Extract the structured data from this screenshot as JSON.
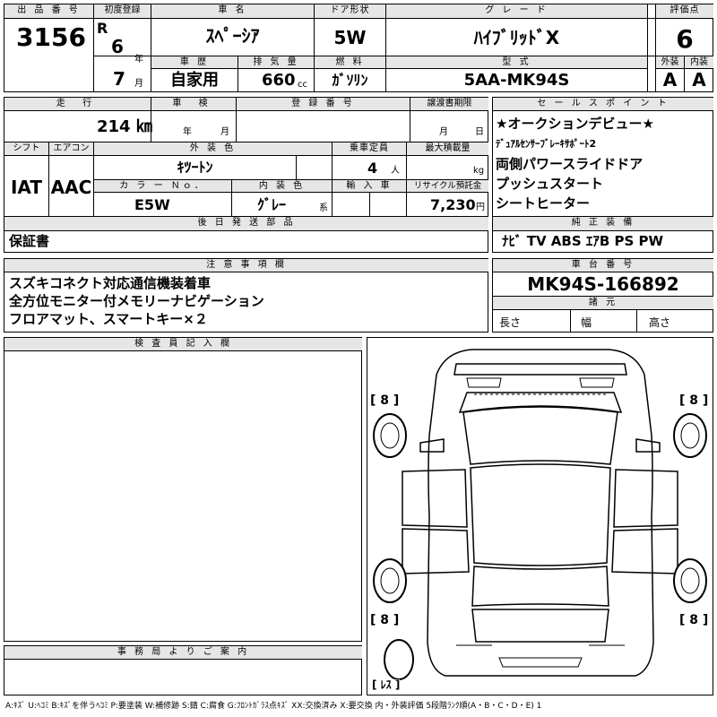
{
  "header": {
    "lot_no_label": "出 品 番 号",
    "lot_no": "3156",
    "first_reg_label": "初度登録",
    "era": "R",
    "year": "6",
    "year_unit": "年",
    "month": "7",
    "month_unit": "月",
    "car_name_label": "車 名",
    "car_name": "ｽﾍﾟｰｼｱ",
    "door_label": "ドア形状",
    "door": "5W",
    "grade_label": "グ レ ー ド",
    "grade": "ﾊｲﾌﾞﾘｯﾄﾞX",
    "score_label": "評価点",
    "score": "6",
    "history_label": "車 歴",
    "history": "自家用",
    "displacement_label": "排 気 量",
    "displacement": "660",
    "displacement_unit": "cc",
    "fuel_label": "燃 料",
    "fuel": "ｶﾞｿﾘﾝ",
    "model_label": "型 式",
    "model": "5AA-MK94S",
    "exterior_label": "外装",
    "exterior": "A",
    "interior_label": "内装",
    "interior": "A"
  },
  "info": {
    "mileage_label": "走 行",
    "mileage": "214 ㎞",
    "inspection_label": "車 検",
    "inspection_year_unit": "年",
    "inspection_month_unit": "月",
    "reg_no_label": "登 録 番 号",
    "transfer_label": "譲渡書期限",
    "transfer_month_unit": "月",
    "transfer_day_unit": "日",
    "shift_label": "シフト",
    "shift": "IAT",
    "ac_label": "エアコン",
    "ac": "AAC",
    "ext_color_label": "外 装 色",
    "ext_color": "ｷﾂｰﾄﾝ",
    "capacity_label": "乗車定員",
    "capacity": "4",
    "capacity_unit": "人",
    "load_label": "最大積載量",
    "load_unit": "kg",
    "color_no_label": "カ ラ ー Ｎｏ．",
    "color_no": "E5W",
    "int_color_label": "内 装 色",
    "int_color": "ｸﾞﾚｰ",
    "int_color_unit": "系",
    "import_label": "輸 入 車",
    "recycle_label": "リサイクル預託金",
    "recycle": "7,230",
    "recycle_unit": "円",
    "later_label": "後 日 発 送 部 品",
    "later": "保証書"
  },
  "sales": {
    "label": "セ ー ル ス ポ イ ン ト",
    "lines": [
      "★オークションデビュー★",
      "ﾃﾞｭｱﾙｾﾝｻｰﾌﾞﾚｰｷｻﾎﾟｰﾄ2",
      "両側パワースライドドア",
      "プッシュスタート",
      "シートヒーター"
    ],
    "equipment_label": "純 正 装 備",
    "equipment": "ﾅﾋﾞ TV ABS ｴｱB PS PW"
  },
  "notes": {
    "label": "注 意 事 項 欄",
    "lines": [
      "スズキコネクト対応通信機装着車",
      "全方位モニター付メモリーナビゲーション",
      "フロアマット、スマートキー×２"
    ]
  },
  "chassis": {
    "label": "車 台 番 号",
    "number": "MK94S-166892",
    "spec_label": "諸 元",
    "length_label": "長さ",
    "width_label": "幅",
    "height_label": "高さ"
  },
  "inspector": {
    "label": "検 査 員 記 入 欄"
  },
  "office": {
    "label": "事 務 局 よ り ご 案 内"
  },
  "diagram": {
    "tire_marks": [
      "8",
      "8",
      "8",
      "8"
    ],
    "spare": "ﾚｽ"
  },
  "legend": "A:ｷｽﾞ U:ﾍｺﾐ B:ｷｽﾞを伴うﾍｺﾐ P:要塗装 W:補修跡 S:錆 C:腐食 G:ﾌﾛﾝﾄｶﾞﾗｽ点ｷｽﾞ XX:交換済み X:要交換 内・外装評価 5段階ﾗﾝｸ順(A・B・C・D・E) 1"
}
